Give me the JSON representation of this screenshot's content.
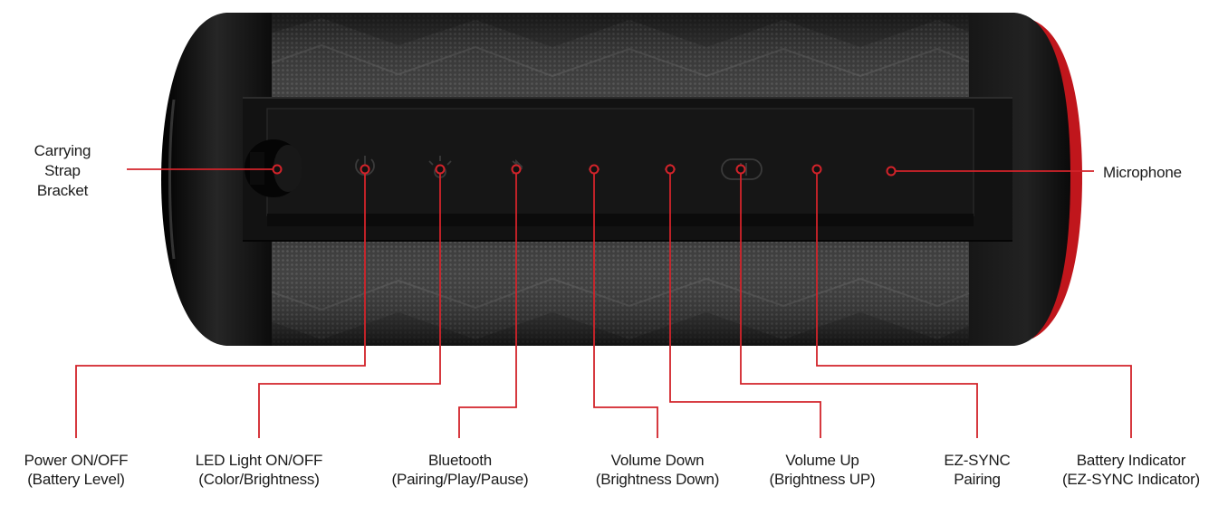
{
  "labels": {
    "carrying_strap": [
      "Carrying",
      "Strap",
      "Bracket"
    ],
    "microphone": "Microphone",
    "power": [
      "Power ON/OFF",
      "(Battery Level)"
    ],
    "led": [
      "LED Light ON/OFF",
      "(Color/Brightness)"
    ],
    "bluetooth": [
      "Bluetooth",
      "(Pairing/Play/Pause)"
    ],
    "volume_down": [
      "Volume Down",
      "(Brightness Down)"
    ],
    "volume_up": [
      "Volume Up",
      "(Brightness UP)"
    ],
    "ez_sync": [
      "EZ-SYNC",
      "Pairing"
    ],
    "battery": [
      "Battery Indicator",
      "(EZ-SYNC Indicator)"
    ]
  },
  "colors": {
    "callout": "#d2232a",
    "body": "#1c1c1c",
    "grille": "#3a3a3a",
    "panel": "#111111",
    "end_cap_accent": "#c0161c"
  },
  "icons": [
    "strap-hole",
    "power-icon",
    "led-icon",
    "bluetooth-icon",
    "volume-down-icon",
    "volume-up-icon",
    "ez-sync-icon",
    "battery-led",
    "mic-hole"
  ]
}
